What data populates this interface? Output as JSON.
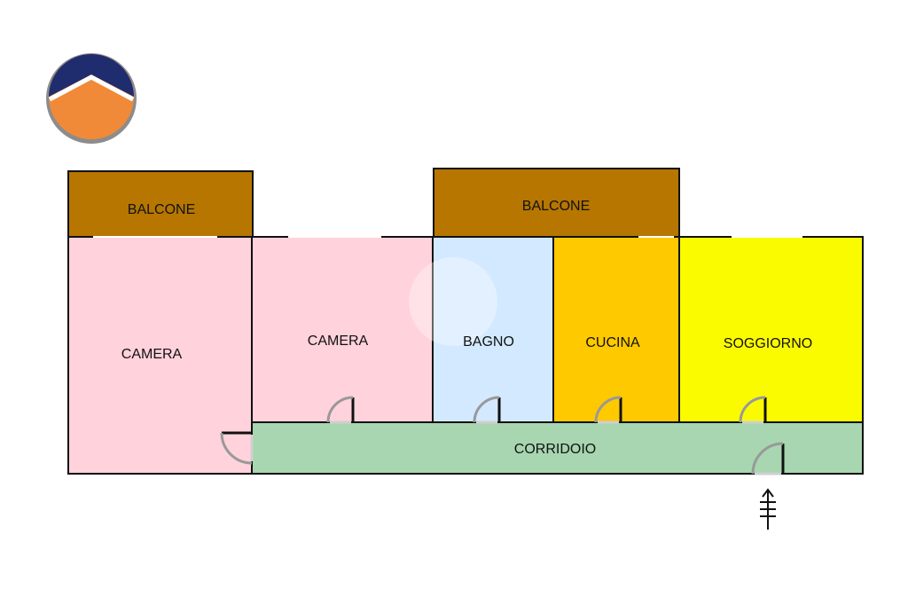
{
  "logo": {
    "icon": "house-roof-logo",
    "colors": {
      "top": "#1f2d6e",
      "bottom": "#f08a38",
      "rim": "#9a9a9a"
    }
  },
  "rooms": {
    "balcone_left": {
      "label": "BALCONE",
      "color": "#b67600"
    },
    "balcone_right": {
      "label": "BALCONE",
      "color": "#b67600"
    },
    "camera_left": {
      "label": "CAMERA",
      "color": "#ffd2dc"
    },
    "camera_mid": {
      "label": "CAMERA",
      "color": "#ffd2dc"
    },
    "bagno": {
      "label": "BAGNO",
      "color": "#d3e9ff"
    },
    "cucina": {
      "label": "CUCINA",
      "color": "#ffc900"
    },
    "soggiorno": {
      "label": "SOGGIORNO",
      "color": "#fbfb00"
    },
    "corridoio": {
      "label": "CORRIDOIO",
      "color": "#a7d6b0"
    }
  },
  "symbols": {
    "entrance_icon": "entrance-arrow-icon",
    "door_icon": "door-swing-icon"
  }
}
